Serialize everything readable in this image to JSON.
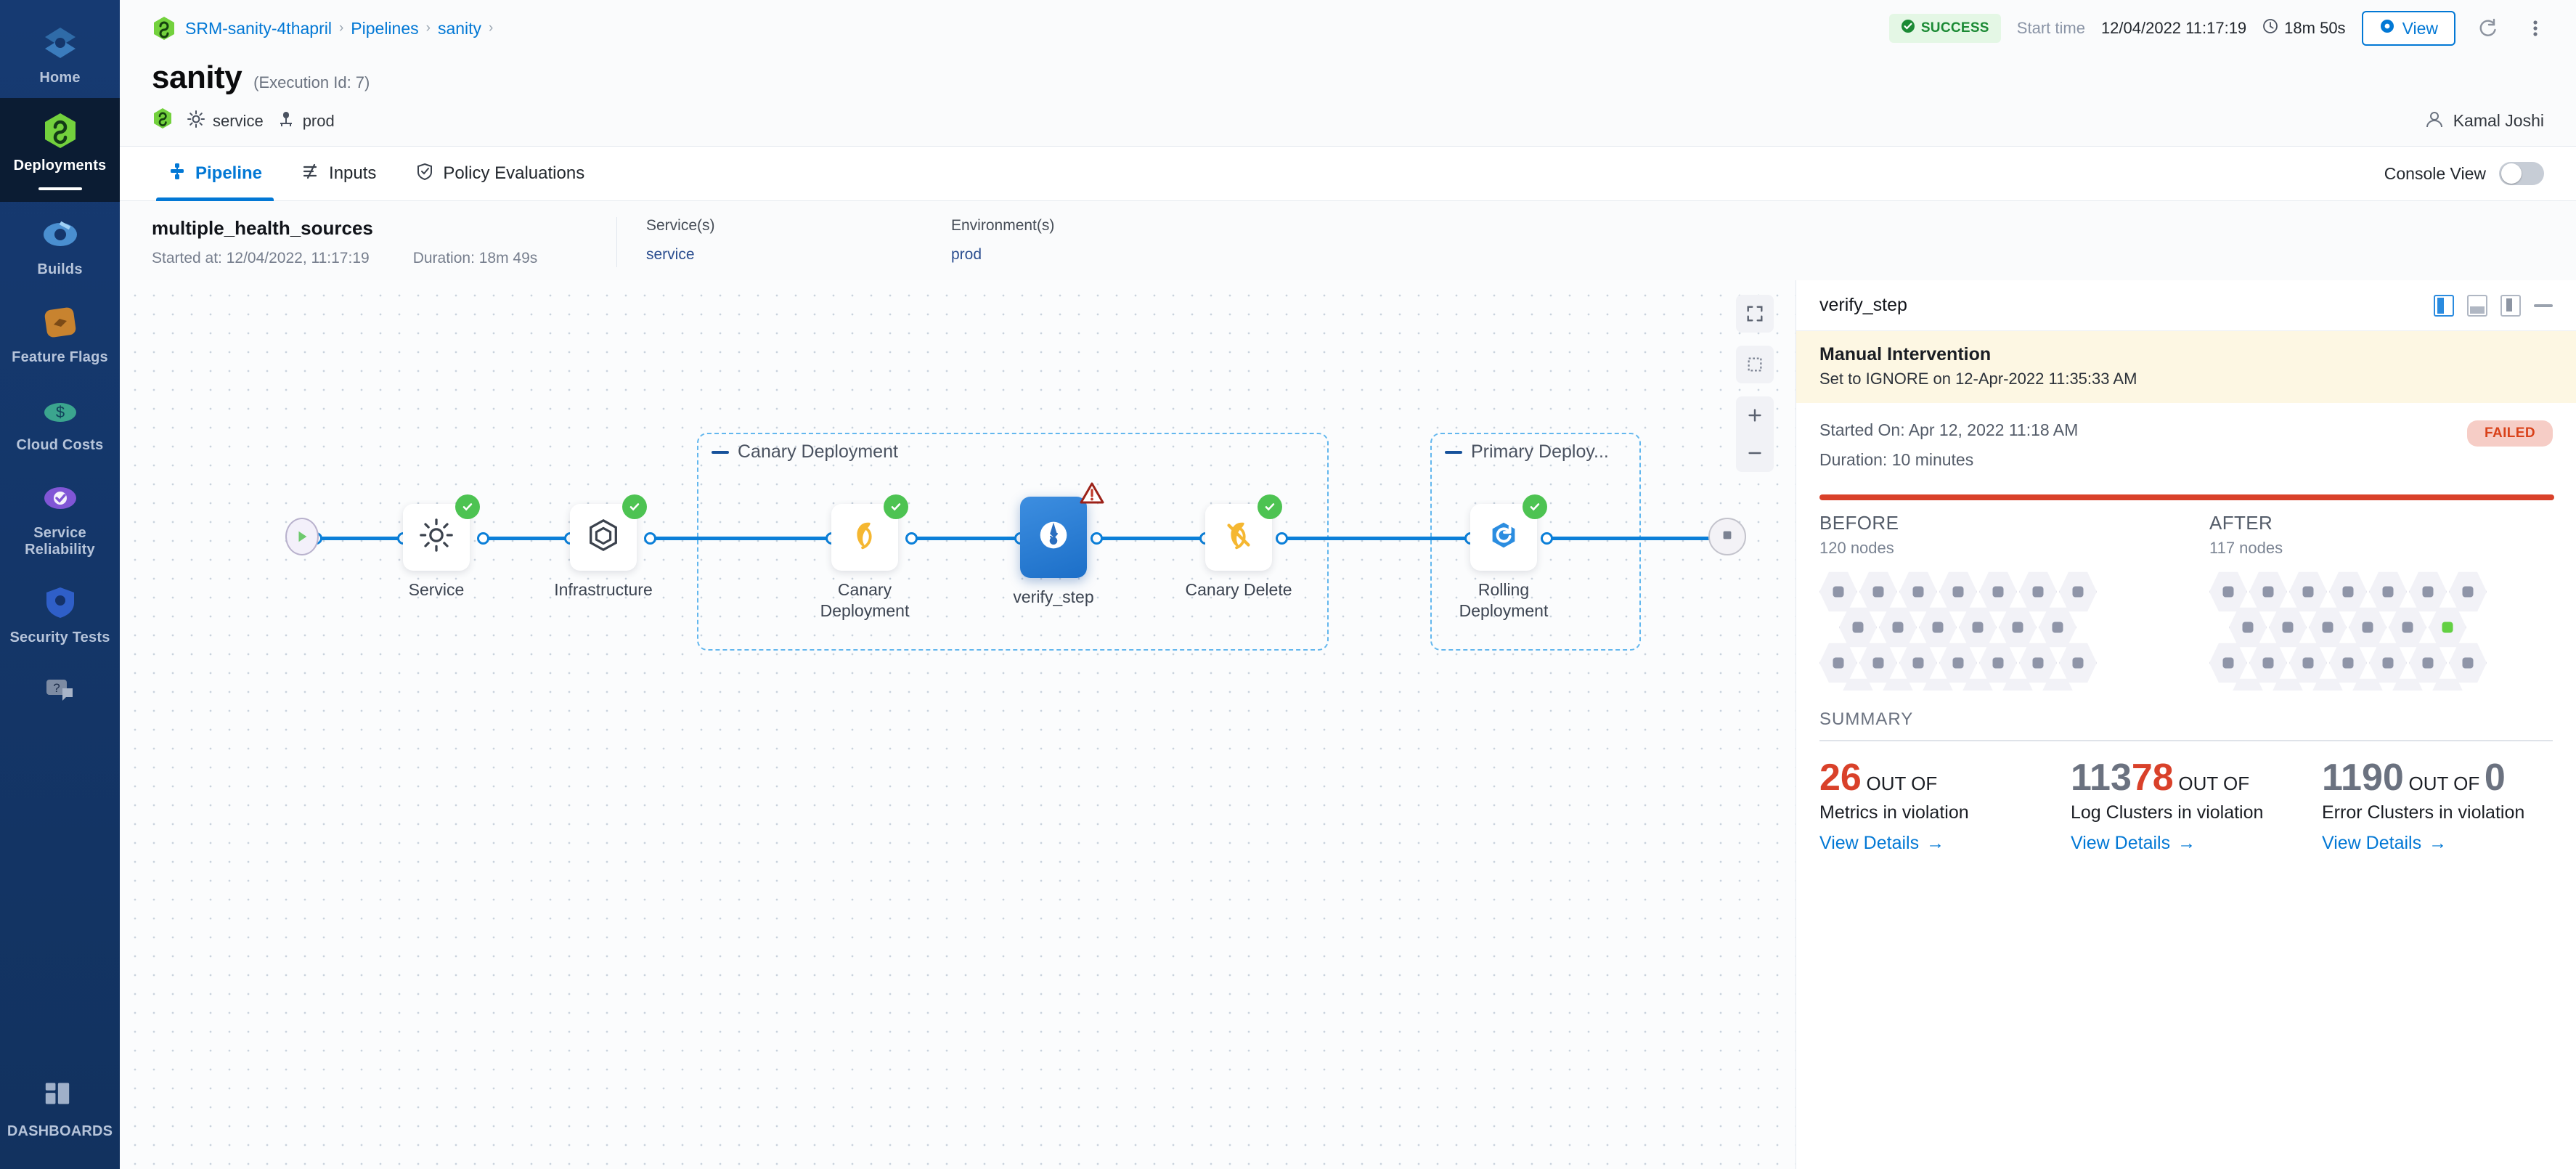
{
  "sidebar": {
    "items": [
      {
        "label": "Home",
        "icon": "home-icon",
        "active": false
      },
      {
        "label": "Deployments",
        "icon": "deployments-icon",
        "active": true
      },
      {
        "label": "Builds",
        "icon": "builds-icon",
        "active": false
      },
      {
        "label": "Feature Flags",
        "icon": "feature-flags-icon",
        "active": false
      },
      {
        "label": "Cloud Costs",
        "icon": "cloud-costs-icon",
        "active": false
      },
      {
        "label": "Service Reliability",
        "icon": "service-reliability-icon",
        "active": false
      },
      {
        "label": "Security Tests",
        "icon": "security-tests-icon",
        "active": false
      },
      {
        "label": "",
        "icon": "help-chat-icon",
        "active": false
      },
      {
        "label": "DASHBOARDS",
        "icon": "dashboards-icon",
        "active": false
      }
    ]
  },
  "breadcrumb": {
    "items": [
      "SRM-sanity-4thapril",
      "Pipelines",
      "sanity"
    ],
    "separator": "›"
  },
  "status": {
    "badge": "SUCCESS",
    "start_time_label": "Start time",
    "start_time_value": "12/04/2022 11:17:19",
    "duration": "18m 50s",
    "view_button": "View",
    "accent": "#0278d5",
    "success_color": "#1b8a34"
  },
  "header": {
    "title": "sanity",
    "execution_id": "(Execution Id: 7)",
    "service_chip": "service",
    "environment_chip": "prod",
    "user": "Kamal Joshi"
  },
  "tabs": [
    {
      "label": "Pipeline",
      "icon": "pipeline-icon",
      "active": true
    },
    {
      "label": "Inputs",
      "icon": "inputs-icon",
      "active": false
    },
    {
      "label": "Policy Evaluations",
      "icon": "policy-shield-icon",
      "active": false
    }
  ],
  "console_view": {
    "label": "Console View",
    "enabled": false
  },
  "pipeline_info": {
    "name": "multiple_health_sources",
    "started_at": "Started at: 12/04/2022, 11:17:19",
    "duration": "Duration: 18m 49s",
    "services_label": "Service(s)",
    "services_value": "service",
    "environments_label": "Environment(s)",
    "environments_value": "prod"
  },
  "graph": {
    "nodes": [
      {
        "name": "Service",
        "icon": "gear-icon",
        "status": "success",
        "selected": false
      },
      {
        "name": "Infrastructure",
        "icon": "infrastructure-icon",
        "status": "success",
        "selected": false
      },
      {
        "name": "Canary Deployment",
        "icon": "canary-icon",
        "status": "success",
        "selected": false
      },
      {
        "name": "verify_step",
        "icon": "verify-icon",
        "status": "warning",
        "selected": true
      },
      {
        "name": "Canary Delete",
        "icon": "canary-delete-icon",
        "status": "success",
        "selected": false
      },
      {
        "name": "Rolling Deployment",
        "icon": "rolling-icon",
        "status": "success",
        "selected": false
      }
    ],
    "groups": [
      {
        "label": "Canary Deployment"
      },
      {
        "label": "Primary Deploy..."
      }
    ],
    "controls": [
      "fit-screen-icon",
      "select-area-icon",
      "zoom-in-icon",
      "zoom-out-icon"
    ]
  },
  "panel": {
    "title": "verify_step",
    "actions": [
      "layout-right-icon",
      "layout-bottom-icon",
      "layout-float-icon",
      "minimize-icon"
    ],
    "banner": {
      "title": "Manual Intervention",
      "text": "Set to IGNORE on 12-Apr-2022 11:35:33 AM"
    },
    "started_on": "Started On: Apr 12, 2022 11:18 AM",
    "duration": "Duration: 10 minutes",
    "result_pill": "FAILED",
    "before": {
      "title": "BEFORE",
      "nodes": "120 nodes"
    },
    "after": {
      "title": "AFTER",
      "nodes": "117 nodes"
    },
    "summary": {
      "title": "SUMMARY",
      "metrics": [
        {
          "value_hi": "26",
          "value_lo": "",
          "out_of": "OUT OF",
          "desc": "Metrics in violation",
          "link": "View Details",
          "arrow": "→"
        },
        {
          "value_lo": "113",
          "value_hi": "78",
          "out_of": "OUT OF",
          "desc": "Log Clusters in violation",
          "link": "View Details",
          "arrow": "→"
        },
        {
          "value_lo": "1190",
          "value_hi": "",
          "out_of": "OUT OF",
          "total": "0",
          "desc": "Error Clusters in violation",
          "link": "View Details",
          "arrow": "→"
        }
      ]
    }
  },
  "colors": {
    "blue": "#0278d5",
    "edge": "#0b7fd8",
    "green": "#4dc352",
    "red": "#d9412a",
    "nav_bg": "#15366b"
  }
}
